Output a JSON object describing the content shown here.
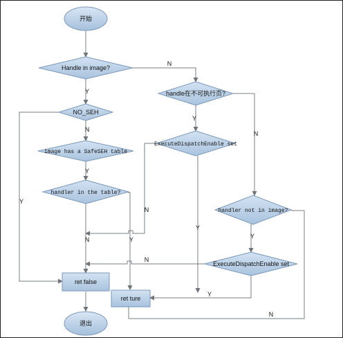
{
  "diagram": {
    "start": "开始",
    "end": "退出",
    "q_handle_in_image": "Handle in image?",
    "q_handle_not_exec": "handle在不可执行页?",
    "q_no_seh": "NO_SEH",
    "q_safeseh_table": "image has a SafeSEH table",
    "q_handler_in_table": "handler in the table?",
    "q_exec_dispatch_1": "ExecuteDispatchEnable set",
    "q_handler_not_in_image": "handler not in image?",
    "q_exec_dispatch_2": "ExecuteDispatchEnable set",
    "ret_false": "ret false",
    "ret_true": "ret ture",
    "edge_labels": {
      "top_n": "N",
      "after_handle_y": "Y",
      "nx_y": "Y",
      "nx_n": "N",
      "noseh_n": "N",
      "noseh_y": "Y",
      "safeseh_y": "Y",
      "ed1_n": "N",
      "ed1_y": "Y",
      "hit_n": "N",
      "hit_y": "Y",
      "hni_y": "Y",
      "ed2_n": "N",
      "ed2_y": "Y",
      "bottom_n": "N"
    }
  },
  "colors": {
    "node_top": "#d2e2f2",
    "node_bottom": "#a9c3de",
    "node_stroke": "#7b98b8",
    "edge": "#7a7f86"
  }
}
